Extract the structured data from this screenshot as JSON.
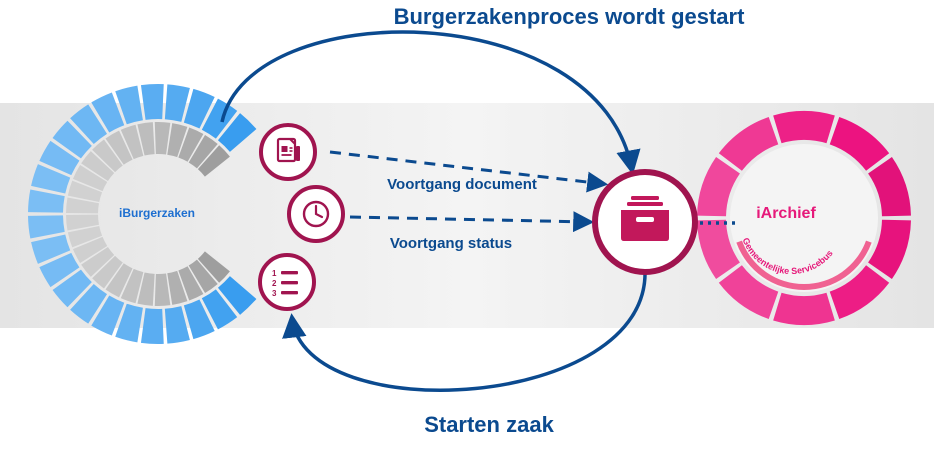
{
  "title_top": "Burgerzakenproces wordt gestart",
  "title_bottom": "Starten zaak",
  "left_system": {
    "label": "iBurgerzaken",
    "color": "#1e88e5"
  },
  "right_system": {
    "label": "iArchief",
    "ring_label": "Gemeentelijke Servicebus",
    "color": "#e6197a"
  },
  "flows": [
    {
      "label": "Voortgang document",
      "icon": "document-icon"
    },
    {
      "label": "Voortgang status",
      "icon": "clock-icon"
    },
    {
      "label": "",
      "icon": "numbered-list-icon"
    }
  ],
  "hub_icon": "archive-tray-icon",
  "colors": {
    "title": "#0b4a8f",
    "node": "#a0144f",
    "band": "#ececec"
  }
}
